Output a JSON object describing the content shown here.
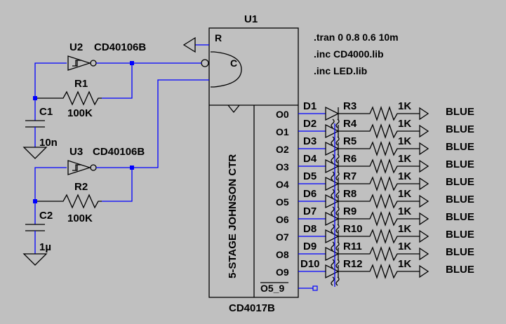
{
  "directives": [
    ".tran 0 0.8 0.6 10m",
    ".inc CD4000.lib",
    ".inc LED.lib"
  ],
  "counter": {
    "ref": "U1",
    "part": "CD4017B",
    "body_text": "5-STAGE JOHNSON CTR",
    "reset_pin": "R",
    "clock_pin": "C",
    "carry_pin": "O5_9",
    "outputs": [
      "O0",
      "O1",
      "O2",
      "O3",
      "O4",
      "O5",
      "O6",
      "O7",
      "O8",
      "O9"
    ]
  },
  "oscillators": [
    {
      "inverter": "U2",
      "inverter_part": "CD40106B",
      "resistor": "R1",
      "resistor_value": "100K",
      "capacitor": "C1",
      "capacitor_value": "10n"
    },
    {
      "inverter": "U3",
      "inverter_part": "CD40106B",
      "resistor": "R2",
      "resistor_value": "100K",
      "capacitor": "C2",
      "capacitor_value": "1µ"
    }
  ],
  "led_stages": [
    {
      "diode": "D1",
      "resistor": "R3",
      "resistor_value": "1K",
      "label": "BLUE"
    },
    {
      "diode": "D2",
      "resistor": "R4",
      "resistor_value": "1K",
      "label": "BLUE"
    },
    {
      "diode": "D3",
      "resistor": "R5",
      "resistor_value": "1K",
      "label": "BLUE"
    },
    {
      "diode": "D4",
      "resistor": "R6",
      "resistor_value": "1K",
      "label": "BLUE"
    },
    {
      "diode": "D5",
      "resistor": "R7",
      "resistor_value": "1K",
      "label": "BLUE"
    },
    {
      "diode": "D6",
      "resistor": "R8",
      "resistor_value": "1K",
      "label": "BLUE"
    },
    {
      "diode": "D7",
      "resistor": "R9",
      "resistor_value": "1K",
      "label": "BLUE"
    },
    {
      "diode": "D8",
      "resistor": "R10",
      "resistor_value": "1K",
      "label": "BLUE"
    },
    {
      "diode": "D9",
      "resistor": "R11",
      "resistor_value": "1K",
      "label": "BLUE"
    },
    {
      "diode": "D10",
      "resistor": "R12",
      "resistor_value": "1K",
      "label": "BLUE"
    }
  ],
  "colors": {
    "background": "#c0c0c0",
    "wire": "#0000ff",
    "component": "#000000"
  }
}
